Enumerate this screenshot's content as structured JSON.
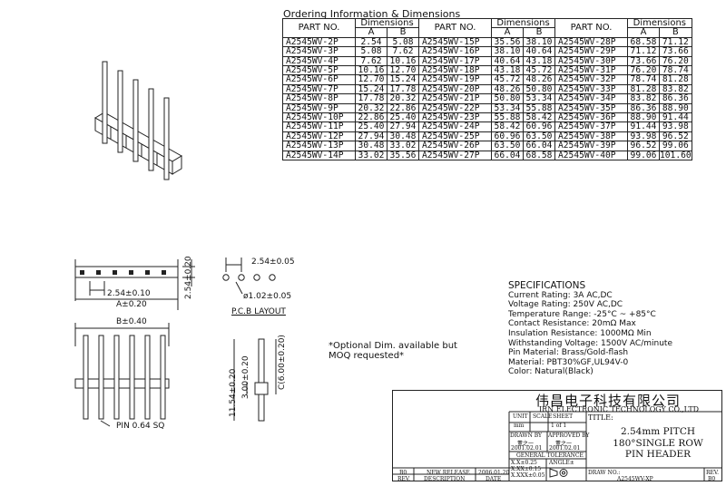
{
  "ordering_title": "Ordering Information & Dimensions",
  "table_headers": {
    "part_no": "PART NO.",
    "dimensions": "Dimensions",
    "a": "A",
    "b": "B"
  },
  "rows": [
    [
      [
        "A2545WV-2P",
        "2.54",
        "5.08"
      ],
      [
        "A2545WV-15P",
        "35.56",
        "38.10"
      ],
      [
        "A2545WV-28P",
        "68.58",
        "71.12"
      ]
    ],
    [
      [
        "A2545WV-3P",
        "5.08",
        "7.62"
      ],
      [
        "A2545WV-16P",
        "38.10",
        "40.64"
      ],
      [
        "A2545WV-29P",
        "71.12",
        "73.66"
      ]
    ],
    [
      [
        "A2545WV-4P",
        "7.62",
        "10.16"
      ],
      [
        "A2545WV-17P",
        "40.64",
        "43.18"
      ],
      [
        "A2545WV-30P",
        "73.66",
        "76.20"
      ]
    ],
    [
      [
        "A2545WV-5P",
        "10.16",
        "12.70"
      ],
      [
        "A2545WV-18P",
        "43.18",
        "45.72"
      ],
      [
        "A2545WV-31P",
        "76.20",
        "78.74"
      ]
    ],
    [
      [
        "A2545WV-6P",
        "12.70",
        "15.24"
      ],
      [
        "A2545WV-19P",
        "45.72",
        "48.26"
      ],
      [
        "A2545WV-32P",
        "78.74",
        "81.28"
      ]
    ],
    [
      [
        "A2545WV-7P",
        "15.24",
        "17.78"
      ],
      [
        "A2545WV-20P",
        "48.26",
        "50.80"
      ],
      [
        "A2545WV-33P",
        "81.28",
        "83.82"
      ]
    ],
    [
      [
        "A2545WV-8P",
        "17.78",
        "20.32"
      ],
      [
        "A2545WV-21P",
        "50.80",
        "53.34"
      ],
      [
        "A2545WV-34P",
        "83.82",
        "86.36"
      ]
    ],
    [
      [
        "A2545WV-9P",
        "20.32",
        "22.86"
      ],
      [
        "A2545WV-22P",
        "53.34",
        "55.88"
      ],
      [
        "A2545WV-35P",
        "86.36",
        "88.90"
      ]
    ],
    [
      [
        "A2545WV-10P",
        "22.86",
        "25.40"
      ],
      [
        "A2545WV-23P",
        "55.88",
        "58.42"
      ],
      [
        "A2545WV-36P",
        "88.90",
        "91.44"
      ]
    ],
    [
      [
        "A2545WV-11P",
        "25.40",
        "27.94"
      ],
      [
        "A2545WV-24P",
        "58.42",
        "60.96"
      ],
      [
        "A2545WV-37P",
        "91.44",
        "93.98"
      ]
    ],
    [
      [
        "A2545WV-12P",
        "27.94",
        "30.48"
      ],
      [
        "A2545WV-25P",
        "60.96",
        "63.50"
      ],
      [
        "A2545WV-38P",
        "93.98",
        "96.52"
      ]
    ],
    [
      [
        "A2545WV-13P",
        "30.48",
        "33.02"
      ],
      [
        "A2545WV-26P",
        "63.50",
        "66.04"
      ],
      [
        "A2545WV-39P",
        "96.52",
        "99.06"
      ]
    ],
    [
      [
        "A2545WV-14P",
        "33.02",
        "35.56"
      ],
      [
        "A2545WV-27P",
        "66.04",
        "68.58"
      ],
      [
        "A2545WV-40P",
        "99.06",
        "101.60"
      ]
    ]
  ],
  "drawing_labels": {
    "top_height": "2.54±0.20",
    "pitch": "2.54±0.10",
    "a_dim": "A±0.20",
    "pcb_pitch": "2.54±0.05",
    "hole": "ø1.02±0.05",
    "pcb_layout": "P.C.B  LAYOUT",
    "b_dim": "B±0.40",
    "pin": "PIN 0.64 SQ",
    "h1": "11.54±0.20",
    "h2": "3.00±0.20",
    "c_dim": "C(6.00±0.20)"
  },
  "note": [
    "*Optional Dim. available but",
    " MOQ requested*"
  ],
  "specs": {
    "heading": "SPECIFICATIONS",
    "lines": [
      "Current Rating: 3A AC,DC",
      "Voltage Rating: 250V AC,DC",
      "Temperature Range: -25°C ~ +85°C",
      "Contact Resistance: 20mΩ Max",
      "Insulation Resistance: 1000MΩ Min",
      "Withstanding Voltage: 1500V AC/minute",
      "Pin Material: Brass/Gold-flash",
      "Material: PBT30%GF,UL94V-0",
      "Color: Natural(Black)"
    ]
  },
  "title_block": {
    "company_cn": "伟昌电子科技有限公司",
    "company_en": "IRN ELECTRONIC TECHNOLOGY CO.,LTD",
    "unit": "UNIT",
    "scale": "SCALE",
    "sheet": "SHEET",
    "title": "TITLE:",
    "unit_val": "mm",
    "sheet_val": "1 of 1",
    "drawn_by": "DRAWN BY",
    "approved_by": "APPROVED BY",
    "drawn_name": "董之一",
    "approved_name": "董之一",
    "drawn_date": "2001.02.01",
    "approved_date": "2001.02.01",
    "gen_tol": "GENERAL TOLERANCE",
    "tol1": "X.X±0.25",
    "tol2": "X.XX±0.15",
    "tol3": "X.XXX±0.05",
    "angle": "ANGLE±",
    "product_title": [
      "2.54mm PITCH",
      "180°SINGLE ROW",
      "PIN HEADER"
    ],
    "draw_no_label": "DRAW NO.:",
    "draw_no": "A2545WV-XP",
    "rev_label": "REV.",
    "rev_val": "B0",
    "rev_row": {
      "rev": "B0",
      "desc": "NEW RELEASE",
      "date": "2006.01.20"
    },
    "rev_headers": {
      "rev": "REV.",
      "desc": "DESCRIPTION",
      "date": "DATE"
    }
  }
}
